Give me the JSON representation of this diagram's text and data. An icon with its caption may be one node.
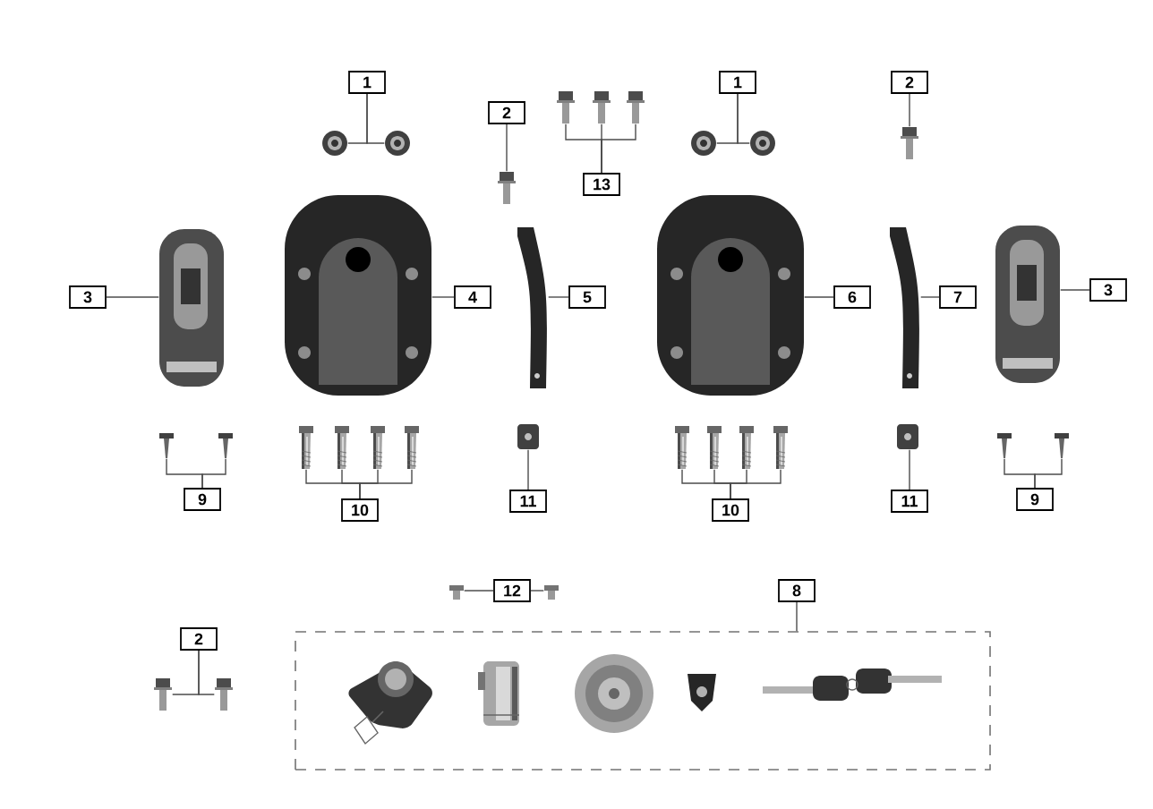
{
  "diagram": {
    "nodes": [
      {
        "text": [
          "1"
        ]
      },
      {
        "text": [
          "2"
        ]
      },
      {
        "text": [
          "13"
        ]
      },
      {
        "text": [
          "1"
        ]
      },
      {
        "text": [
          "2"
        ]
      },
      {
        "text": [
          "3"
        ]
      },
      {
        "text": [
          "4"
        ]
      },
      {
        "text": [
          "5"
        ]
      },
      {
        "text": [
          "6"
        ]
      },
      {
        "text": [
          "7"
        ]
      },
      {
        "text": [
          "3"
        ]
      },
      {
        "text": [
          "9"
        ]
      },
      {
        "text": [
          "10"
        ]
      },
      {
        "text": [
          "11"
        ]
      },
      {
        "text": [
          "10"
        ]
      },
      {
        "text": [
          "11"
        ]
      },
      {
        "text": [
          "9"
        ]
      },
      {
        "text": [
          "2"
        ]
      },
      {
        "text": [
          "12"
        ]
      },
      {
        "text": [
          "8"
        ]
      },
      {
        "text": [],
        "shape": "picture"
      },
      {
        "text": [],
        "shape": "picture"
      },
      {
        "text": [],
        "shape": "picture"
      },
      {
        "text": [],
        "shape": "picture"
      },
      {
        "text": [],
        "shape": "picture"
      },
      {
        "text": [],
        "shape": "picture"
      },
      {
        "text": [],
        "shape": "picture"
      },
      {
        "text": [],
        "shape": "picture"
      },
      {
        "text": [],
        "shape": "picture"
      },
      {
        "text": [],
        "shape": "picture"
      },
      {
        "text": [],
        "shape": "picture"
      },
      {
        "text": [],
        "shape": "picture"
      },
      {
        "text": [],
        "shape": "picture"
      },
      {
        "text": [],
        "shape": "picture"
      },
      {
        "text": [],
        "shape": "picture"
      },
      {
        "text": [],
        "shape": "picture"
      },
      {
        "text": [],
        "shape": "picture"
      },
      {
        "text": [],
        "shape": "picture"
      },
      {
        "text": [],
        "shape": "picture"
      },
      {
        "text": [],
        "shape": "picture"
      },
      {
        "text": [],
        "shape": "picture"
      },
      {
        "text": [],
        "shape": "picture"
      },
      {
        "text": [],
        "shape": "picture"
      },
      {
        "text": [],
        "shape": "picture"
      },
      {
        "text": [],
        "shape": "picture"
      },
      {
        "text": [],
        "shape": "picture"
      },
      {
        "text": [],
        "shape": "picture"
      },
      {
        "text": [],
        "shape": "picture"
      },
      {
        "text": [],
        "shape": "picture"
      },
      {
        "text": [],
        "shape": "picture"
      },
      {
        "text": [],
        "shape": "picture"
      },
      {
        "text": [],
        "shape": "picture"
      },
      {
        "text": [],
        "shape": "picture"
      },
      {
        "text": [],
        "shape": "box"
      },
      {
        "text": [],
        "shape": "picture",
        "in": 53
      },
      {
        "text": [],
        "shape": "picture",
        "in": 53
      },
      {
        "text": [],
        "shape": "picture",
        "in": 53
      },
      {
        "text": [],
        "shape": "picture",
        "in": 53
      },
      {
        "text": [],
        "shape": "picture",
        "in": 53
      }
    ],
    "edges": [
      {
        "from": 0,
        "to": 20,
        "arrow": "none"
      },
      {
        "from": 0,
        "to": 21,
        "arrow": "none"
      },
      {
        "from": 1,
        "to": 22,
        "arrow": "none"
      },
      {
        "from": 2,
        "to": 23,
        "arrow": "none"
      },
      {
        "from": 2,
        "to": 24,
        "arrow": "none"
      },
      {
        "from": 2,
        "to": 25,
        "arrow": "none"
      },
      {
        "from": 3,
        "to": 26,
        "arrow": "none"
      },
      {
        "from": 3,
        "to": 27,
        "arrow": "none"
      },
      {
        "from": 4,
        "to": 28,
        "arrow": "none"
      },
      {
        "from": 5,
        "to": 29,
        "arrow": "none"
      },
      {
        "from": 6,
        "to": 30,
        "arrow": "none"
      },
      {
        "from": 7,
        "to": 31,
        "arrow": "none"
      },
      {
        "from": 8,
        "to": 32,
        "arrow": "none"
      },
      {
        "from": 9,
        "to": 33,
        "arrow": "none"
      },
      {
        "from": 10,
        "to": 34,
        "arrow": "none"
      },
      {
        "from": 11,
        "to": 35,
        "arrow": "none"
      },
      {
        "from": 11,
        "to": 36,
        "arrow": "none"
      },
      {
        "from": 12,
        "to": 37,
        "arrow": "none"
      },
      {
        "from": 12,
        "to": 38,
        "arrow": "none"
      },
      {
        "from": 12,
        "to": 39,
        "arrow": "none"
      },
      {
        "from": 12,
        "to": 40,
        "arrow": "none"
      },
      {
        "from": 13,
        "to": 41,
        "arrow": "none"
      },
      {
        "from": 14,
        "to": 42,
        "arrow": "none"
      },
      {
        "from": 14,
        "to": 43,
        "arrow": "none"
      },
      {
        "from": 14,
        "to": 44,
        "arrow": "none"
      },
      {
        "from": 14,
        "to": 45,
        "arrow": "none"
      },
      {
        "from": 15,
        "to": 46,
        "arrow": "none"
      },
      {
        "from": 16,
        "to": 47,
        "arrow": "none"
      },
      {
        "from": 16,
        "to": 48,
        "arrow": "none"
      },
      {
        "from": 17,
        "to": 49,
        "arrow": "none"
      },
      {
        "from": 17,
        "to": 50,
        "arrow": "none"
      },
      {
        "from": 18,
        "to": 51,
        "arrow": "none"
      },
      {
        "from": 18,
        "to": 52,
        "arrow": "none"
      },
      {
        "from": 19,
        "to": 53,
        "arrow": "none"
      }
    ]
  }
}
